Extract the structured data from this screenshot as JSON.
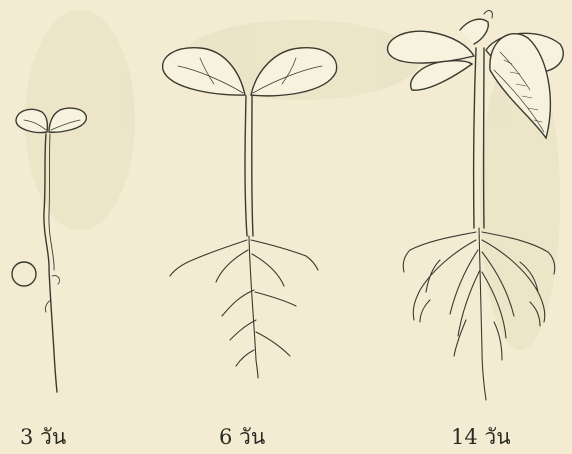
{
  "figure": {
    "colors": {
      "background": "#f3ecd2",
      "ink": "#3a3a30",
      "leaf_fill": "#f7f2de"
    },
    "stages": [
      {
        "label": "3 วัน"
      },
      {
        "label": "6 วัน"
      },
      {
        "label": "14 วัน"
      }
    ]
  }
}
